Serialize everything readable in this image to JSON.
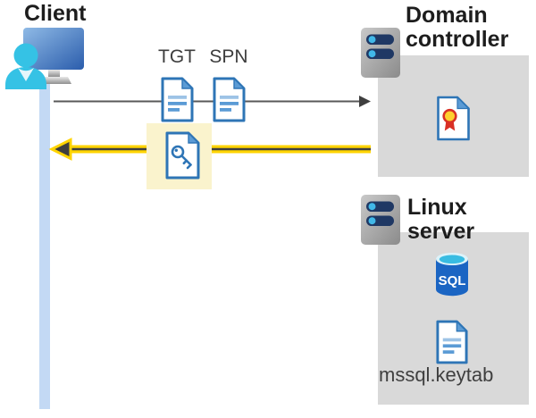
{
  "client": {
    "label": "Client"
  },
  "flow": {
    "tgt_label": "TGT",
    "spn_label": "SPN"
  },
  "domain_controller": {
    "title": "Domain controller"
  },
  "linux_server": {
    "title": "Linux server",
    "sql_text": "SQL",
    "keytab_label": "mssql.keytab"
  },
  "colors": {
    "box_gray": "#d9d9d9",
    "highlight_yellow": "#faf3cd",
    "arrow_yellow": "#ffd400",
    "arrow_dark": "#3f3f3f",
    "request_line_gray": "#595959",
    "lifeline_blue": "#c3d9f4",
    "doc_border_blue": "#2e75b6",
    "doc_fold_blue": "#5b9bd5",
    "doc_line_light_blue": "#9dc3e6",
    "person_cyan": "#35c2e5",
    "monitor_blue_dark": "#2b5dac",
    "server_slot_navy": "#1f3864",
    "server_dot_cyan": "#41b8e8",
    "sql_body_blue": "#1b65c3",
    "sql_top_cyan": "#38bce2",
    "cert_gold": "#ffd02e",
    "cert_red": "#d93025"
  }
}
